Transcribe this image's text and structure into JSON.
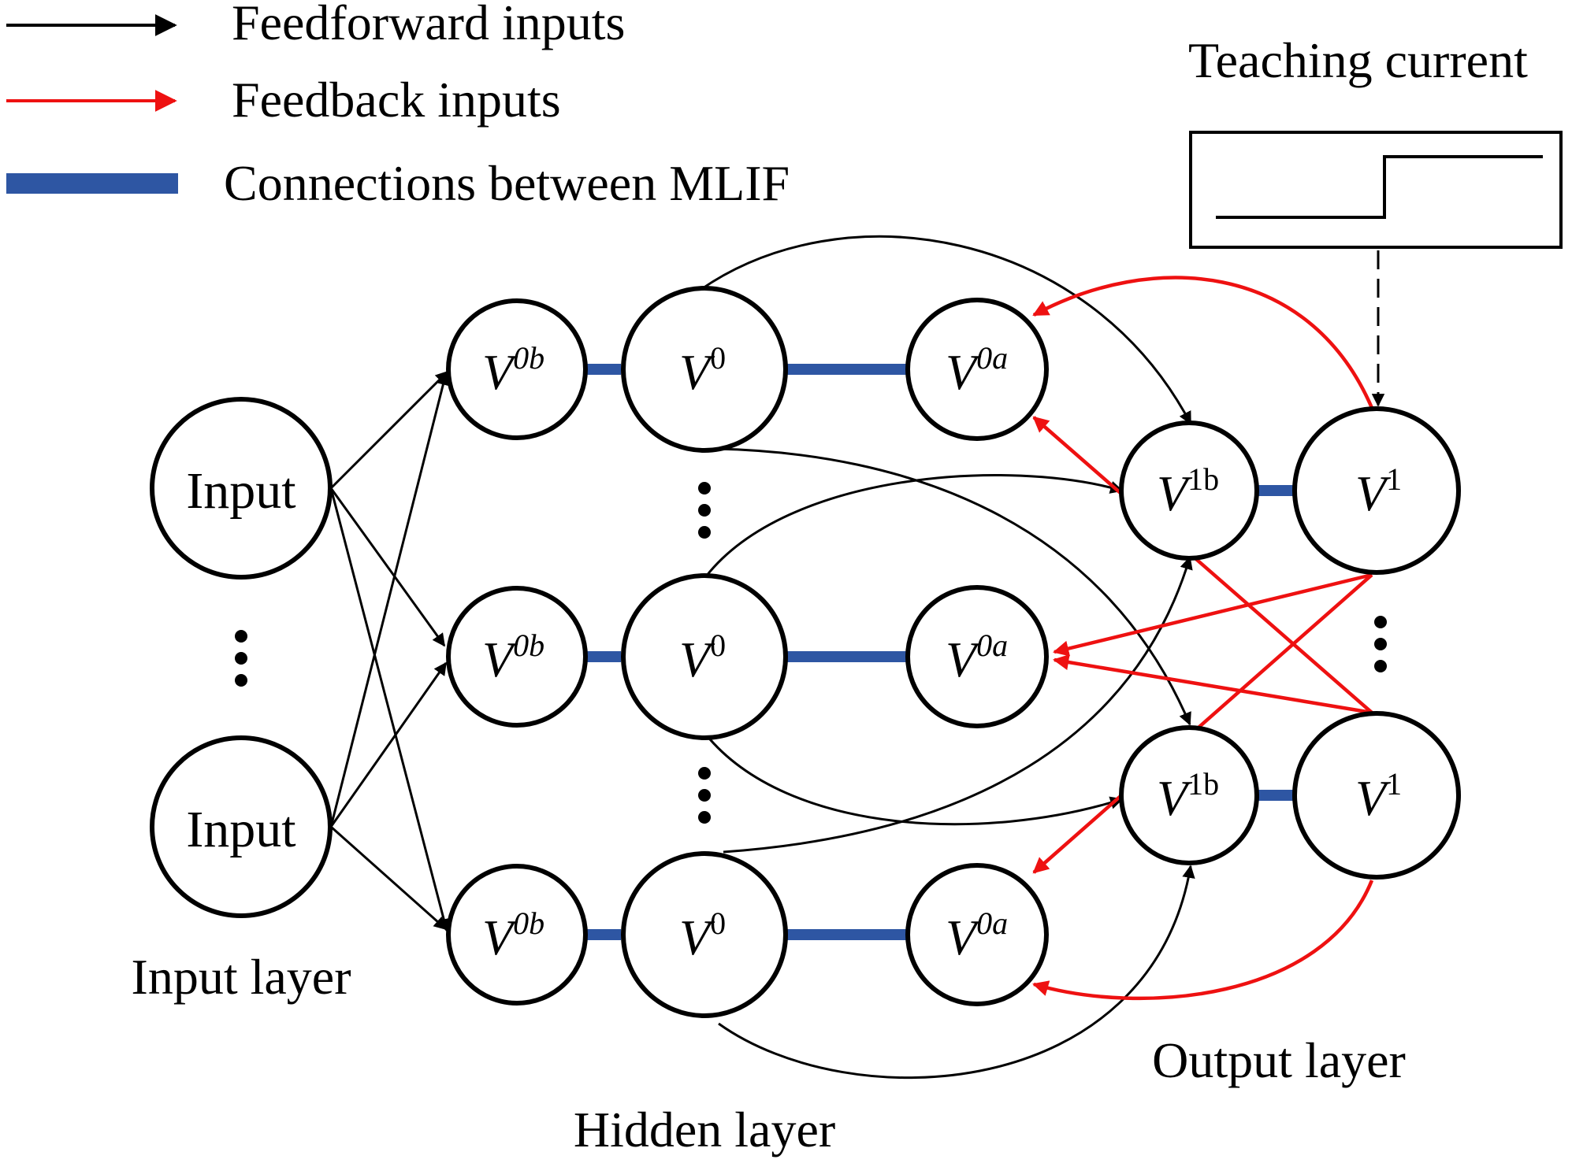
{
  "legend": {
    "feedforward": "Feedforward inputs",
    "feedback": "Feedback inputs",
    "mlif": "Connections between MLIF"
  },
  "teaching": {
    "title": "Teaching current"
  },
  "nodes": {
    "input": "Input",
    "hidden_b": {
      "base": "V",
      "sup": "0b"
    },
    "hidden_mid": {
      "base": "V",
      "sup": "0"
    },
    "hidden_a": {
      "base": "V",
      "sup": "0a"
    },
    "output_b": {
      "base": "V",
      "sup": "1b"
    },
    "output": {
      "base": "V",
      "sup": "1"
    }
  },
  "labels": {
    "input_layer": "Input layer",
    "hidden_layer": "Hidden layer",
    "output_layer": "Output layer"
  },
  "colors": {
    "feedforward": "#000000",
    "feedback": "#ee1111",
    "mlif": "#2e56a3"
  }
}
